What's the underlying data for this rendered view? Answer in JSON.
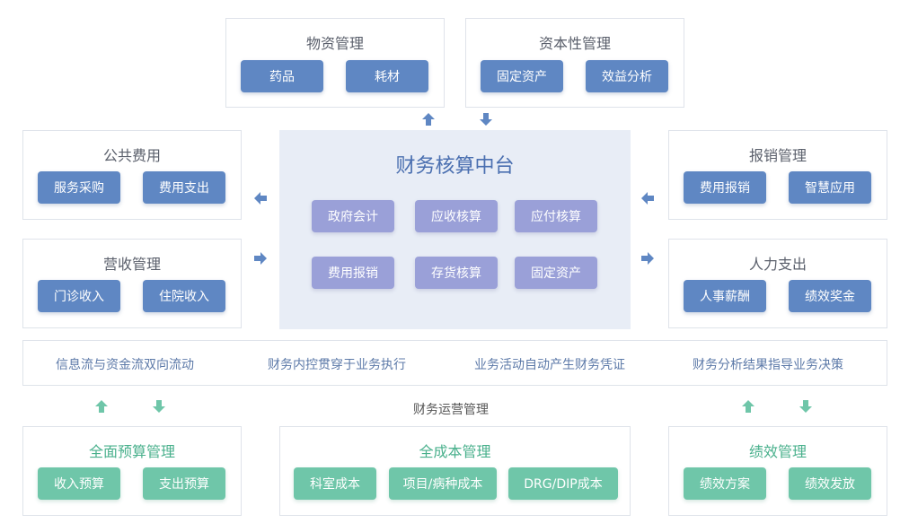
{
  "top_left": {
    "title": "物资管理",
    "items": [
      "药品",
      "耗材"
    ]
  },
  "top_right": {
    "title": "资本性管理",
    "items": [
      "固定资产",
      "效益分析"
    ]
  },
  "public_cost": {
    "title": "公共费用",
    "items": [
      "服务采购",
      "费用支出"
    ]
  },
  "revenue": {
    "title": "营收管理",
    "items": [
      "门诊收入",
      "住院收入"
    ]
  },
  "reimburse": {
    "title": "报销管理",
    "items": [
      "费用报销",
      "智慧应用"
    ]
  },
  "hr": {
    "title": "人力支出",
    "items": [
      "人事薪酬",
      "绩效奖金"
    ]
  },
  "center": {
    "title": "财务核算中台",
    "row1": [
      "政府会计",
      "应收核算",
      "应付核算"
    ],
    "row2": [
      "费用报销",
      "存货核算",
      "固定资产"
    ]
  },
  "strip": [
    "信息流与资金流双向流动",
    "财务内控贯穿于业务执行",
    "业务活动自动产生财务凭证",
    "财务分析结果指导业务决策"
  ],
  "operations_label": "财务运营管理",
  "budget": {
    "title": "全面预算管理",
    "items": [
      "收入预算",
      "支出预算"
    ]
  },
  "cost": {
    "title": "全成本管理",
    "items": [
      "科室成本",
      "项目/病种成本",
      "DRG/DIP成本"
    ]
  },
  "performance": {
    "title": "绩效管理",
    "items": [
      "绩效方案",
      "绩效发放"
    ]
  },
  "colors": {
    "blue": "#5f87c3",
    "purple": "#9aa0d8",
    "green": "#6fc6a9",
    "center_bg": "#e8edf6"
  }
}
